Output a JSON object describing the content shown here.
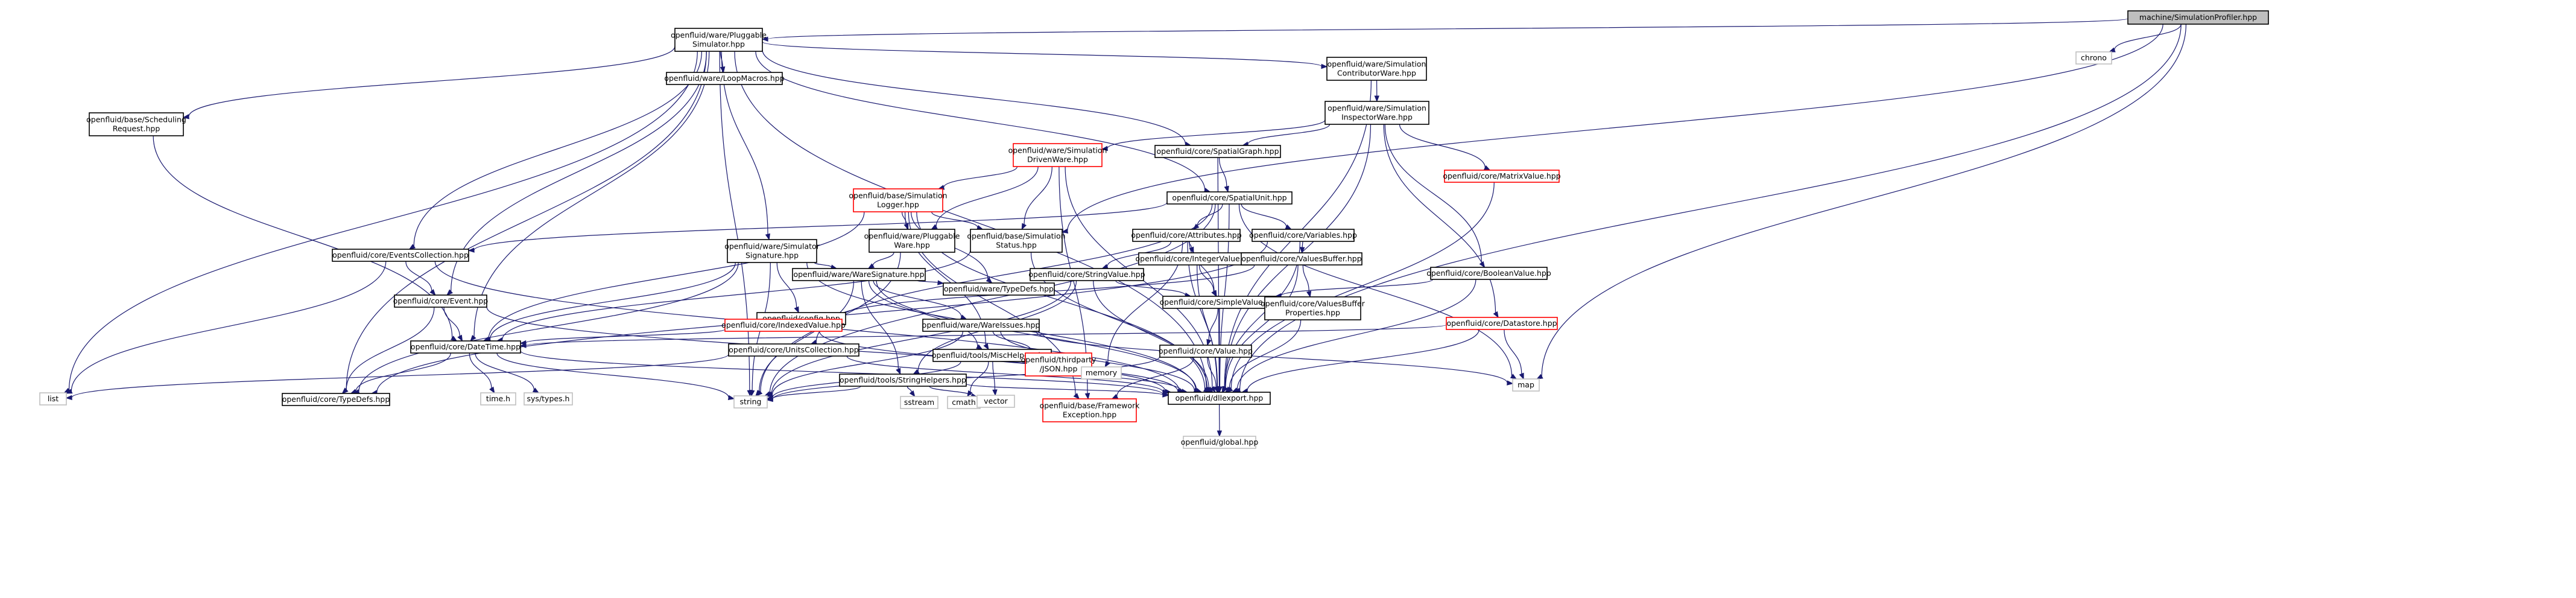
{
  "colors": {
    "edge": "#191970",
    "border_normal": "#000000",
    "border_truncated": "#ff0000",
    "border_external": "#bfbfbf",
    "fill_root": "#bfbfbf",
    "fill_normal": "#ffffff"
  },
  "nodes": {
    "profiler": {
      "lines": [
        "machine/SimulationProfiler.hpp"
      ],
      "kind": "root"
    },
    "pluggable_sim": {
      "lines": [
        "openfluid/ware/Pluggable",
        "Simulator.hpp"
      ],
      "kind": "normal"
    },
    "chrono": {
      "lines": [
        "chrono"
      ],
      "kind": "external"
    },
    "sched_req": {
      "lines": [
        "openfluid/base/Scheduling",
        "Request.hpp"
      ],
      "kind": "normal"
    },
    "loop_macros": {
      "lines": [
        "openfluid/ware/LoopMacros.hpp"
      ],
      "kind": "normal"
    },
    "sim_contrib": {
      "lines": [
        "openfluid/ware/Simulation",
        "ContributorWare.hpp"
      ],
      "kind": "normal"
    },
    "sim_inspector": {
      "lines": [
        "openfluid/ware/Simulation",
        "InspectorWare.hpp"
      ],
      "kind": "normal"
    },
    "sim_driven": {
      "lines": [
        "openfluid/ware/Simulation",
        "DrivenWare.hpp"
      ],
      "kind": "truncated"
    },
    "spatial_graph": {
      "lines": [
        "openfluid/core/SpatialGraph.hpp"
      ],
      "kind": "normal"
    },
    "sim_logger": {
      "lines": [
        "openfluid/base/Simulation",
        "Logger.hpp"
      ],
      "kind": "truncated"
    },
    "spatial_unit": {
      "lines": [
        "openfluid/core/SpatialUnit.hpp"
      ],
      "kind": "normal"
    },
    "matrix_value": {
      "lines": [
        "openfluid/core/MatrixValue.hpp"
      ],
      "kind": "truncated"
    },
    "sim_signature": {
      "lines": [
        "openfluid/ware/Simulator",
        "Signature.hpp"
      ],
      "kind": "normal"
    },
    "pluggable_ware": {
      "lines": [
        "openfluid/ware/Pluggable",
        "Ware.hpp"
      ],
      "kind": "normal"
    },
    "sim_status": {
      "lines": [
        "openfluid/base/Simulation",
        "Status.hpp"
      ],
      "kind": "normal"
    },
    "attributes": {
      "lines": [
        "openfluid/core/Attributes.hpp"
      ],
      "kind": "normal"
    },
    "variables": {
      "lines": [
        "openfluid/core/Variables.hpp"
      ],
      "kind": "normal"
    },
    "events_coll": {
      "lines": [
        "openfluid/core/EventsCollection.hpp"
      ],
      "kind": "normal"
    },
    "ware_sig": {
      "lines": [
        "openfluid/ware/WareSignature.hpp"
      ],
      "kind": "normal"
    },
    "string_value": {
      "lines": [
        "openfluid/core/StringValue.hpp"
      ],
      "kind": "normal"
    },
    "integer_value": {
      "lines": [
        "openfluid/core/IntegerValue.hpp"
      ],
      "kind": "normal"
    },
    "values_buffer": {
      "lines": [
        "openfluid/core/ValuesBuffer.hpp"
      ],
      "kind": "normal"
    },
    "boolean_value": {
      "lines": [
        "openfluid/core/BooleanValue.hpp"
      ],
      "kind": "normal"
    },
    "event": {
      "lines": [
        "openfluid/core/Event.hpp"
      ],
      "kind": "normal"
    },
    "config": {
      "lines": [
        "openfluid/config.hpp"
      ],
      "kind": "normal"
    },
    "indexed_value": {
      "lines": [
        "openfluid/core/IndexedValue.hpp"
      ],
      "kind": "truncated"
    },
    "ware_issues": {
      "lines": [
        "openfluid/ware/WareIssues.hpp"
      ],
      "kind": "normal"
    },
    "ware_typedefs": {
      "lines": [
        "openfluid/ware/TypeDefs.hpp"
      ],
      "kind": "normal"
    },
    "simple_value": {
      "lines": [
        "openfluid/core/SimpleValue.hpp"
      ],
      "kind": "normal"
    },
    "values_buf_props": {
      "lines": [
        "openfluid/core/ValuesBuffer",
        "Properties.hpp"
      ],
      "kind": "normal"
    },
    "datastore": {
      "lines": [
        "openfluid/core/Datastore.hpp"
      ],
      "kind": "truncated"
    },
    "datetime": {
      "lines": [
        "openfluid/core/DateTime.hpp"
      ],
      "kind": "normal"
    },
    "units_coll": {
      "lines": [
        "openfluid/core/UnitsCollection.hpp"
      ],
      "kind": "normal"
    },
    "string_helpers": {
      "lines": [
        "openfluid/tools/StringHelpers.hpp"
      ],
      "kind": "normal"
    },
    "misc_helpers": {
      "lines": [
        "openfluid/tools/MiscHelpers.hpp"
      ],
      "kind": "normal"
    },
    "json": {
      "lines": [
        "openfluid/thirdparty",
        "/JSON.hpp"
      ],
      "kind": "truncated"
    },
    "memory": {
      "lines": [
        "memory"
      ],
      "kind": "external"
    },
    "value": {
      "lines": [
        "openfluid/core/Value.hpp"
      ],
      "kind": "normal"
    },
    "map": {
      "lines": [
        "map"
      ],
      "kind": "external"
    },
    "list": {
      "lines": [
        "list"
      ],
      "kind": "external"
    },
    "core_typedefs": {
      "lines": [
        "openfluid/core/TypeDefs.hpp"
      ],
      "kind": "normal"
    },
    "time_h": {
      "lines": [
        "time.h"
      ],
      "kind": "external"
    },
    "sys_types": {
      "lines": [
        "sys/types.h"
      ],
      "kind": "external"
    },
    "string": {
      "lines": [
        "string"
      ],
      "kind": "external"
    },
    "sstream": {
      "lines": [
        "sstream"
      ],
      "kind": "external"
    },
    "cmath": {
      "lines": [
        "cmath"
      ],
      "kind": "external"
    },
    "vector": {
      "lines": [
        "vector"
      ],
      "kind": "external"
    },
    "fw_exception": {
      "lines": [
        "openfluid/base/Framework",
        "Exception.hpp"
      ],
      "kind": "truncated"
    },
    "dllexport": {
      "lines": [
        "openfluid/dllexport.hpp"
      ],
      "kind": "normal"
    },
    "global": {
      "lines": [
        "openfluid/global.hpp"
      ],
      "kind": "external"
    }
  },
  "edges": [
    [
      "profiler",
      "pluggable_sim"
    ],
    [
      "profiler",
      "chrono"
    ],
    [
      "profiler",
      "sim_status"
    ],
    [
      "profiler",
      "map"
    ],
    [
      "profiler",
      "dllexport"
    ],
    [
      "pluggable_sim",
      "sched_req"
    ],
    [
      "pluggable_sim",
      "loop_macros"
    ],
    [
      "pluggable_sim",
      "sim_contrib"
    ],
    [
      "pluggable_sim",
      "spatial_graph"
    ],
    [
      "pluggable_sim",
      "spatial_unit"
    ],
    [
      "pluggable_sim",
      "sim_signature"
    ],
    [
      "pluggable_sim",
      "events_coll"
    ],
    [
      "pluggable_sim",
      "event"
    ],
    [
      "pluggable_sim",
      "datetime"
    ],
    [
      "pluggable_sim",
      "core_typedefs"
    ],
    [
      "pluggable_sim",
      "list"
    ],
    [
      "pluggable_sim",
      "string"
    ],
    [
      "pluggable_sim",
      "dllexport"
    ],
    [
      "sched_req",
      "datetime"
    ],
    [
      "sim_contrib",
      "sim_inspector"
    ],
    [
      "sim_contrib",
      "dllexport"
    ],
    [
      "sim_inspector",
      "sim_driven"
    ],
    [
      "sim_inspector",
      "spatial_graph"
    ],
    [
      "sim_inspector",
      "matrix_value"
    ],
    [
      "sim_inspector",
      "boolean_value"
    ],
    [
      "sim_inspector",
      "datastore"
    ],
    [
      "sim_inspector",
      "dllexport"
    ],
    [
      "sim_driven",
      "sim_logger"
    ],
    [
      "sim_driven",
      "pluggable_ware"
    ],
    [
      "sim_driven",
      "sim_status"
    ],
    [
      "sim_driven",
      "fw_exception"
    ],
    [
      "sim_driven",
      "dllexport"
    ],
    [
      "spatial_graph",
      "spatial_unit"
    ],
    [
      "spatial_graph",
      "dllexport"
    ],
    [
      "sim_logger",
      "sim_status"
    ],
    [
      "sim_logger",
      "pluggable_ware"
    ],
    [
      "sim_logger",
      "ware_typedefs"
    ],
    [
      "sim_logger",
      "misc_helpers"
    ],
    [
      "sim_logger",
      "fw_exception"
    ],
    [
      "sim_logger",
      "datetime"
    ],
    [
      "sim_logger",
      "dllexport"
    ],
    [
      "spatial_unit",
      "attributes"
    ],
    [
      "spatial_unit",
      "variables"
    ],
    [
      "spatial_unit",
      "events_coll"
    ],
    [
      "spatial_unit",
      "units_coll"
    ],
    [
      "spatial_unit",
      "map"
    ],
    [
      "spatial_unit",
      "string"
    ],
    [
      "spatial_unit",
      "dllexport"
    ],
    [
      "matrix_value",
      "dllexport"
    ],
    [
      "sim_signature",
      "ware_sig"
    ],
    [
      "sim_signature",
      "config"
    ],
    [
      "sim_signature",
      "datetime"
    ],
    [
      "sim_signature",
      "core_typedefs"
    ],
    [
      "sim_signature",
      "string"
    ],
    [
      "sim_signature",
      "dllexport"
    ],
    [
      "pluggable_ware",
      "ware_sig"
    ],
    [
      "pluggable_ware",
      "string"
    ],
    [
      "sim_status",
      "datetime"
    ],
    [
      "sim_status",
      "dllexport"
    ],
    [
      "attributes",
      "string_value"
    ],
    [
      "attributes",
      "integer_value"
    ],
    [
      "attributes",
      "simple_value"
    ],
    [
      "attributes",
      "memory"
    ],
    [
      "attributes",
      "dllexport"
    ],
    [
      "variables",
      "values_buffer"
    ],
    [
      "variables",
      "core_typedefs"
    ],
    [
      "variables",
      "dllexport"
    ],
    [
      "events_coll",
      "event"
    ],
    [
      "events_coll",
      "list"
    ],
    [
      "events_coll",
      "dllexport"
    ],
    [
      "ware_sig",
      "ware_issues"
    ],
    [
      "ware_sig",
      "ware_typedefs"
    ],
    [
      "ware_sig",
      "string_helpers"
    ],
    [
      "ware_sig",
      "misc_helpers"
    ],
    [
      "ware_sig",
      "dllexport"
    ],
    [
      "ware_sig",
      "string"
    ],
    [
      "string_value",
      "simple_value"
    ],
    [
      "string_value",
      "string_helpers"
    ],
    [
      "string_value",
      "string"
    ],
    [
      "string_value",
      "dllexport"
    ],
    [
      "integer_value",
      "simple_value"
    ],
    [
      "integer_value",
      "dllexport"
    ],
    [
      "values_buffer",
      "values_buf_props"
    ],
    [
      "values_buffer",
      "indexed_value"
    ],
    [
      "values_buffer",
      "dllexport"
    ],
    [
      "boolean_value",
      "simple_value"
    ],
    [
      "boolean_value",
      "dllexport"
    ],
    [
      "event",
      "datetime"
    ],
    [
      "event",
      "core_typedefs"
    ],
    [
      "event",
      "dllexport"
    ],
    [
      "indexed_value",
      "datetime"
    ],
    [
      "indexed_value",
      "dllexport"
    ],
    [
      "ware_issues",
      "json"
    ],
    [
      "ware_issues",
      "string"
    ],
    [
      "ware_issues",
      "map"
    ],
    [
      "ware_issues",
      "dllexport"
    ],
    [
      "simple_value",
      "value"
    ],
    [
      "simple_value",
      "dllexport"
    ],
    [
      "values_buf_props",
      "dllexport"
    ],
    [
      "datastore",
      "map"
    ],
    [
      "datastore",
      "datetime"
    ],
    [
      "datastore",
      "dllexport"
    ],
    [
      "datetime",
      "time_h"
    ],
    [
      "datetime",
      "sys_types"
    ],
    [
      "datetime",
      "core_typedefs"
    ],
    [
      "datetime",
      "string"
    ],
    [
      "datetime",
      "dllexport"
    ],
    [
      "units_coll",
      "list"
    ],
    [
      "units_coll",
      "dllexport"
    ],
    [
      "string_helpers",
      "sstream"
    ],
    [
      "string_helpers",
      "string"
    ],
    [
      "string_helpers",
      "vector"
    ],
    [
      "string_helpers",
      "dllexport"
    ],
    [
      "misc_helpers",
      "cmath"
    ],
    [
      "misc_helpers",
      "vector"
    ],
    [
      "misc_helpers",
      "string"
    ],
    [
      "misc_helpers",
      "dllexport"
    ],
    [
      "value",
      "fw_exception"
    ],
    [
      "value",
      "string"
    ],
    [
      "value",
      "dllexport"
    ],
    [
      "dllexport",
      "global"
    ]
  ]
}
